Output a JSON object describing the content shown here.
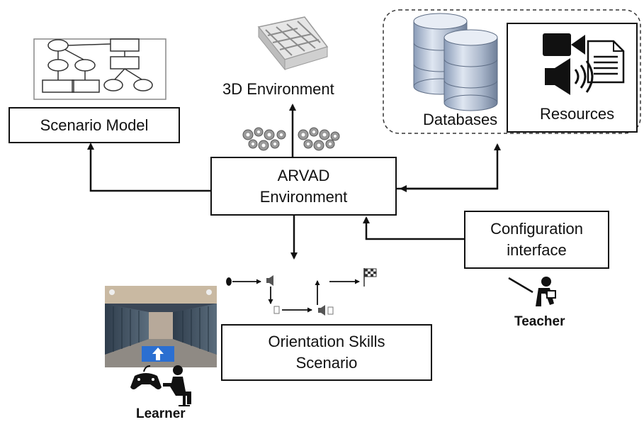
{
  "nodes": {
    "scenario_model": "Scenario Model",
    "env_3d": "3D Environment",
    "databases": "Databases",
    "resources": "Resources",
    "arvad_line1": "ARVAD",
    "arvad_line2": "Environment",
    "config_line1": "Configuration",
    "config_line2": "interface",
    "orient_line1": "Orientation Skills",
    "orient_line2": "Scenario"
  },
  "actors": {
    "teacher": "Teacher",
    "learner": "Learner"
  },
  "icons": [
    "flowchart-icon",
    "maze-icon",
    "gears-icon",
    "database-icon",
    "video-camera-icon",
    "document-icon",
    "speaker-icon",
    "teacher-icon",
    "learner-icon",
    "flag-icon",
    "game-screenshot"
  ]
}
